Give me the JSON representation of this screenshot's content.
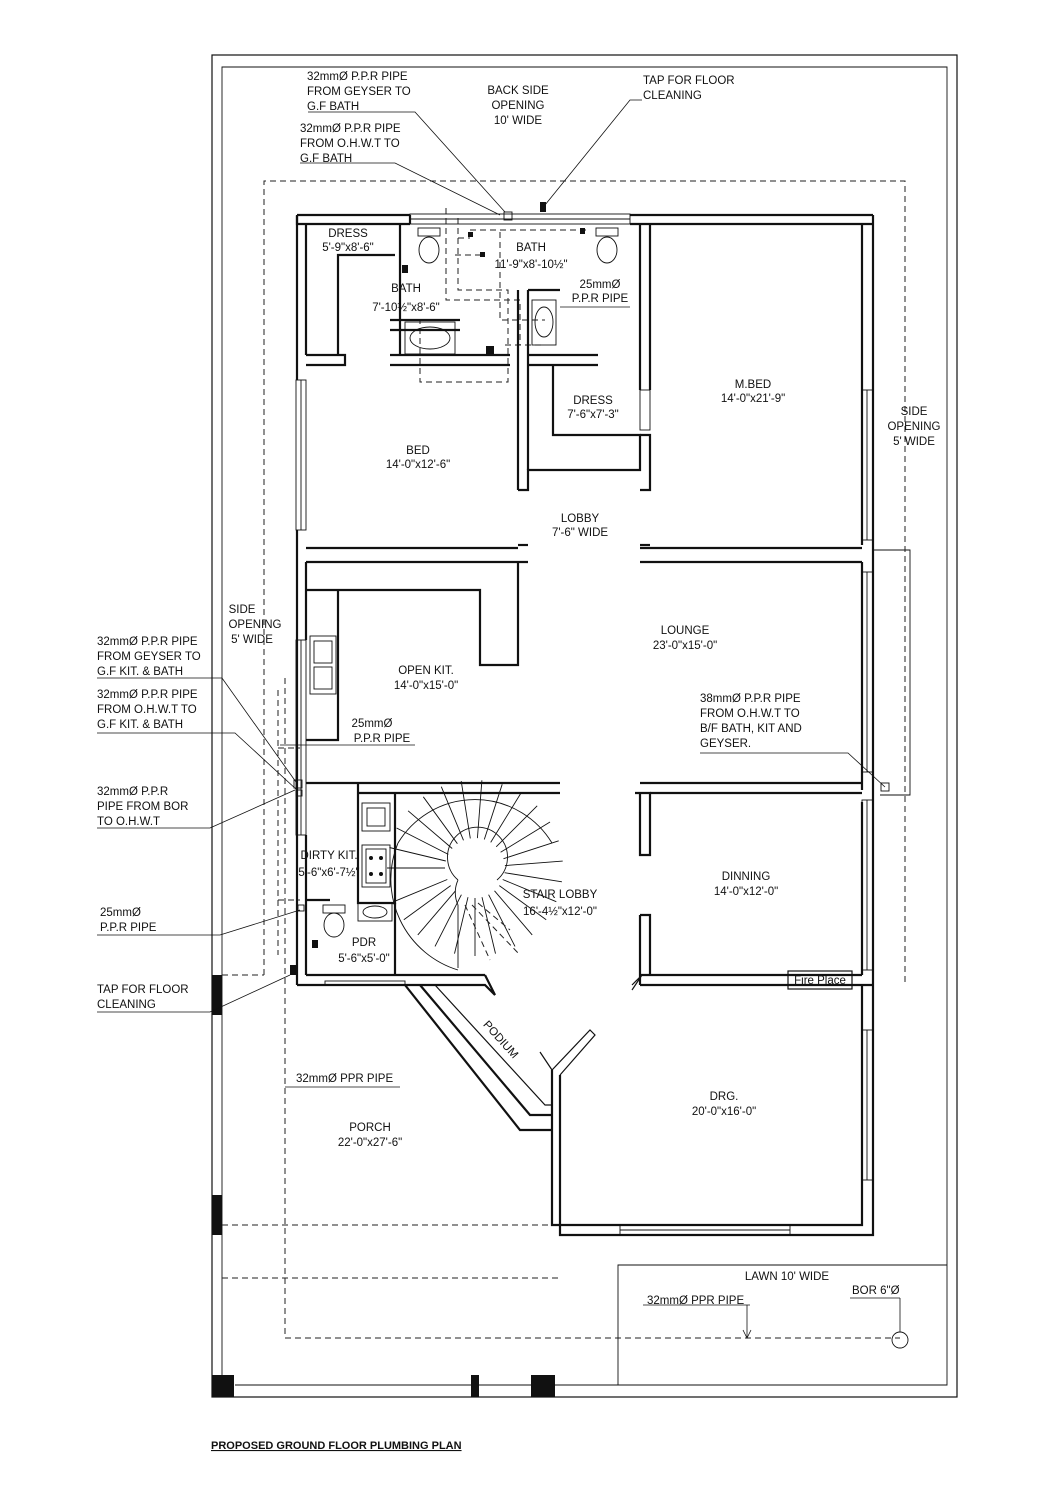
{
  "title": "PROPOSED GROUND FLOOR PLUMBING PLAN",
  "rooms": {
    "dress_top": {
      "name": "DRESS",
      "size": "5'-9\"x8'-6\""
    },
    "bath_top": {
      "name": "BATH",
      "size": "11'-9\"x8'-10½\""
    },
    "bath_left": {
      "name": "BATH",
      "size": "7'-10½\"x8'-6\""
    },
    "dress_mid": {
      "name": "DRESS",
      "size": "7'-6\"x7'-3\""
    },
    "mbed": {
      "name": "M.BED",
      "size": "14'-0\"x21'-9\""
    },
    "bed": {
      "name": "BED",
      "size": "14'-0\"x12'-6\""
    },
    "lobby": {
      "name": "LOBBY",
      "size": "7'-6\" WIDE"
    },
    "lounge": {
      "name": "LOUNGE",
      "size": "23'-0\"x15'-0\""
    },
    "open_kit": {
      "name": "OPEN KIT.",
      "size": "14'-0\"x15'-0\""
    },
    "dirty_kit": {
      "name": "DIRTY KIT.",
      "size": "5'-6\"x6'-7½\""
    },
    "stair_lobby": {
      "name": "STAIR LOBBY",
      "size": "16'-4½\"x12'-0\""
    },
    "dinning": {
      "name": "DINNING",
      "size": "14'-0\"x12'-0\""
    },
    "pdr": {
      "name": "PDR",
      "size": "5'-6\"x5'-0\""
    },
    "drg": {
      "name": "DRG.",
      "size": "20'-0\"x16'-0\""
    },
    "porch": {
      "name": "PORCH",
      "size": "22'-0\"x27'-6\""
    }
  },
  "labels": {
    "back_opening": [
      "BACK SIDE",
      "OPENING",
      "10' WIDE"
    ],
    "side_opening_right": [
      "SIDE",
      "OPENING",
      "5' WIDE"
    ],
    "side_opening_left": [
      "SIDE",
      "OPENING",
      "5' WIDE"
    ],
    "tap_top": [
      "TAP FOR FLOOR",
      "CLEANING"
    ],
    "tap_bottom": [
      "TAP FOR FLOOR",
      "CLEANING"
    ],
    "pipe_geyser_gf_bath": [
      "32mmØ P.P.R PIPE",
      "FROM GEYSER TO",
      "G.F BATH"
    ],
    "pipe_ohwt_gf_bath": [
      "32mmØ P.P.R PIPE",
      "FROM O.H.W.T TO",
      "G.F BATH"
    ],
    "pipe_25_top": [
      "25mmØ",
      "P.P.R PIPE"
    ],
    "pipe_geyser_kit": [
      "32mmØ P.P.R PIPE",
      "FROM GEYSER TO",
      "G.F KIT. & BATH"
    ],
    "pipe_ohwt_kit": [
      "32mmØ P.P.R PIPE",
      "FROM O.H.W.T TO",
      "G.F KIT. & BATH"
    ],
    "pipe_25_kit": [
      "25mmØ",
      "P.P.R PIPE"
    ],
    "pipe_bor": [
      "32mmØ P.P.R",
      "PIPE FROM BOR",
      "TO O.H.W.T"
    ],
    "pipe_25_pdr": [
      "25mmØ",
      "P.P.R PIPE"
    ],
    "pipe_38": [
      "38mmØ P.P.R PIPE",
      "FROM O.H.W.T TO",
      "B/F BATH, KIT AND",
      "GEYSER."
    ],
    "porch_pipe": "32mmØ PPR PIPE",
    "lawn": "LAWN 10' WIDE",
    "lawn_pipe": "32mmØ PPR PIPE",
    "bor": "BOR 6\"Ø",
    "fire_place": "Fire Place",
    "podium": "PODIUM"
  }
}
